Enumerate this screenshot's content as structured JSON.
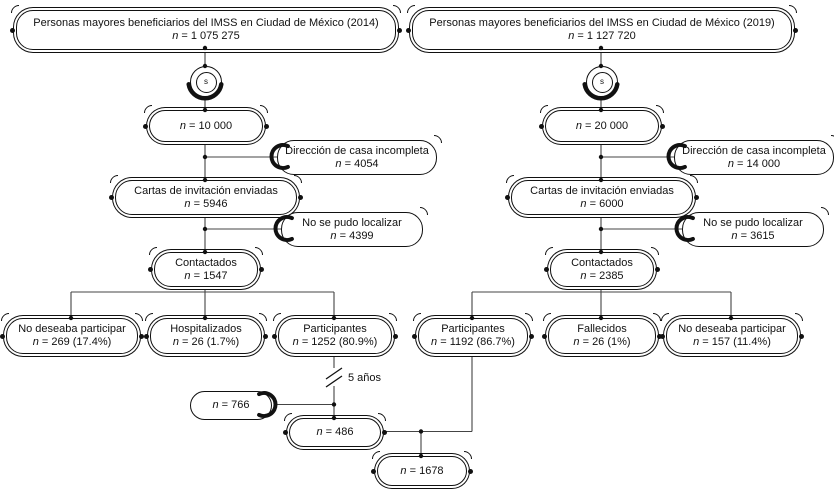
{
  "figure": {
    "sample_marker": "s",
    "cohort_2014": {
      "title": "Personas mayores beneficiarios del IMSS en Ciudad de México (2014)",
      "stat": "n = 1 075 275"
    },
    "cohort_2019": {
      "title": "Personas mayores beneficiarios del IMSS en Ciudad de México (2019)",
      "stat": "n = 1 127 720"
    },
    "b2014": {
      "sample": {
        "stat": "n = 10 000"
      },
      "address_incomplete": {
        "title": "Dirección de casa incompleta",
        "stat": "n = 4054"
      },
      "letters_sent": {
        "title": "Cartas de invitación enviadas",
        "stat": "n = 5946"
      },
      "not_located": {
        "title": "No se pudo localizar",
        "stat": "n = 4399"
      },
      "contacted": {
        "title": "Contactados",
        "stat": "n = 1547"
      },
      "declined": {
        "title": "No deseaba participar",
        "stat": "n = 269 (17.4%)"
      },
      "hospitalized": {
        "title": "Hospitalizados",
        "stat": "n = 26 (1.7%)"
      },
      "participants": {
        "title": "Participantes",
        "stat": "n = 1252 (80.9%)"
      }
    },
    "b2019": {
      "sample": {
        "stat": "n = 20 000"
      },
      "address_incomplete": {
        "title": "Dirección de casa incompleta",
        "stat": "n = 14 000"
      },
      "letters_sent": {
        "title": "Cartas de invitación enviadas",
        "stat": "n = 6000"
      },
      "not_located": {
        "title": "No se pudo localizar",
        "stat": "n = 3615"
      },
      "contacted": {
        "title": "Contactados",
        "stat": "n = 2385"
      },
      "participants": {
        "title": "Participantes",
        "stat": "n = 1192 (86.7%)"
      },
      "deceased": {
        "title": "Fallecidos",
        "stat": "n = 26 (1%)"
      },
      "declined": {
        "title": "No deseaba participar",
        "stat": "n = 157 (11.4%)"
      }
    },
    "followup": {
      "gap_label": "5 años",
      "lost": {
        "stat": "n = 766"
      },
      "retained": {
        "stat": "n = 486"
      },
      "combined": {
        "stat": "n = 1678"
      }
    },
    "colors": {
      "ink": "#111111",
      "wire": "#444444",
      "background": "#ffffff"
    }
  }
}
